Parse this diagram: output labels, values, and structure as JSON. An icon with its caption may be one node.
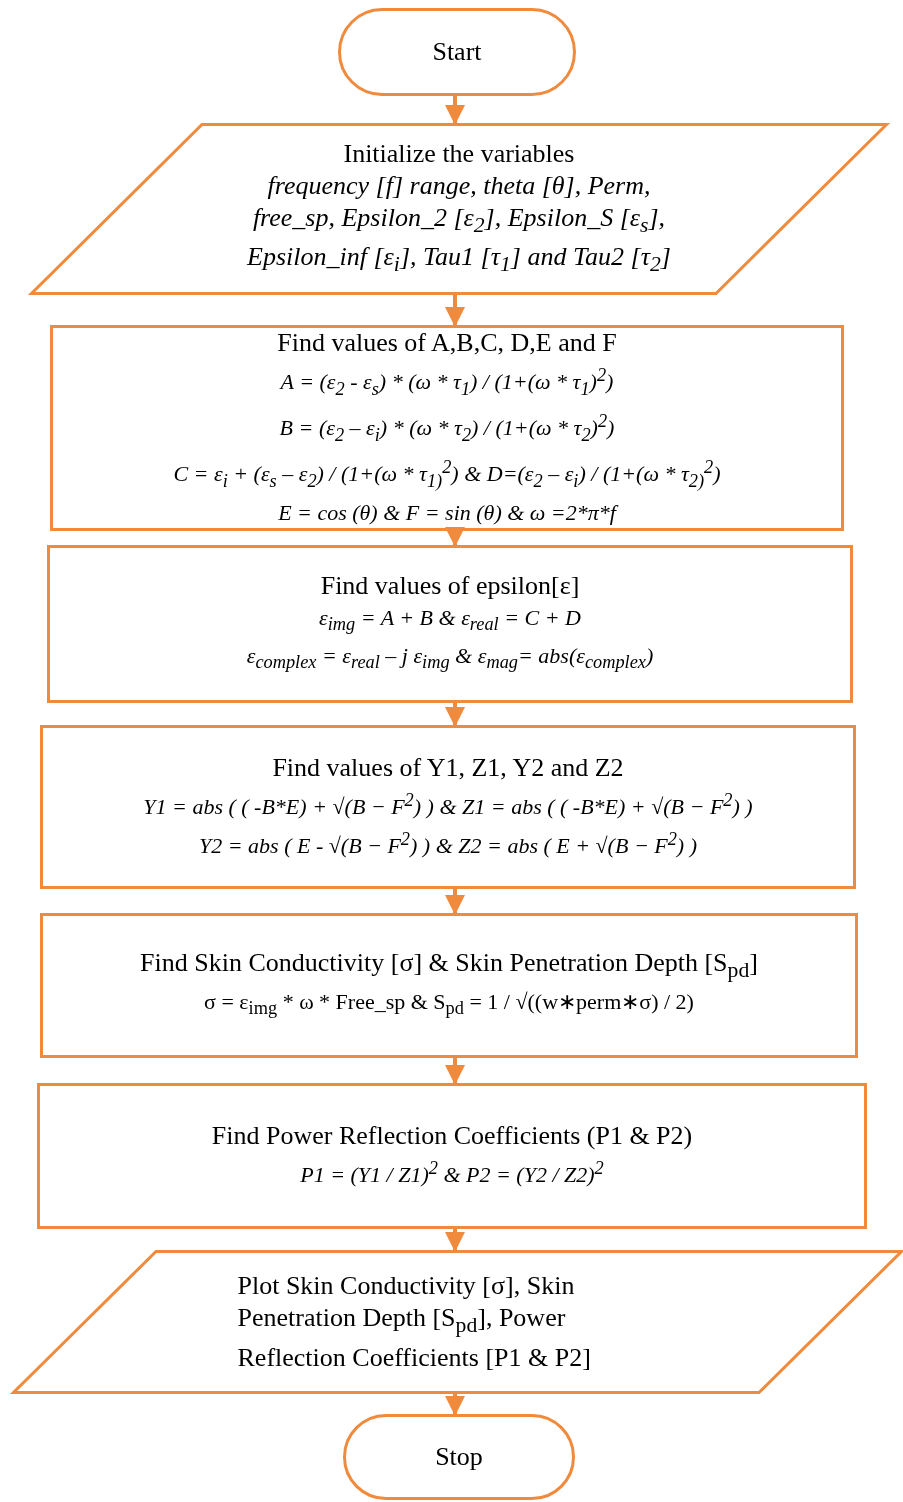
{
  "diagram": {
    "nodes": [
      {
        "text": [
          "Start"
        ]
      },
      {
        "text": [
          "Initialize the variables",
          "frequency [f] range, theta [θ], Perm, free_sp, Epsilon_2 [ε$_{2}$], Epsilon_S [ε$_{s}$], Epsilon_inf [ε$_{i}$], Tau1 [τ$_{1}$] and Tau2 [τ$_{2}$]"
        ]
      },
      {
        "text": [
          "Find values of A,B,C, D,E and F",
          "A = (ε$_{2}$ - ε$_{s}$) * (ω * τ$_{1}$) / (1+(ω * τ$_{1}$)$^{2}$)",
          "B = (ε$_{2}$ – ε$_{i}$) * (ω * τ$_{2}$) / (1+(ω * τ$_{2}$)$^{2}$)",
          "C = ε$_{i}$ + (ε$_{s}$ – ε$_{2}$) / (1+(ω * τ$_{1)}$$^{2}$) & D=(ε$_{2}$ – ε$_{i}$) / (1+(ω * τ$_{2)}$$^{2}$)",
          "E = cos (θ) & F = sin (θ) & ω =2*π*f"
        ]
      },
      {
        "text": [
          "Find values of epsilon[ε]",
          "ε$_{img}$ = A + B & ε$_{real}$ = C + D",
          "ε$_{complex}$ = ε$_{real}$ – j ε$_{img}$ & ε$_{mag}$= abs(ε$_{complex}$)"
        ]
      },
      {
        "text": [
          "Find values of Y1, Z1, Y2 and Z2",
          "Y1 = abs ( ( -B*E) + √(B − F$^{2}$) ) & Z1 = abs ( ( -B*E) + √(B − F$^{2}$) )",
          "Y2 = abs ( E - √(B − F$^{2}$) ) & Z2 = abs ( E + √(B − F$^{2}$) )"
        ]
      },
      {
        "text": [
          "Find Skin Conductivity [σ] & Skin Penetration Depth [S$_{pd}$]",
          "σ = ε$_{img}$ * ω * Free_sp & S$_{pd}$ = 1 / √((w∗perm∗σ) / 2)"
        ]
      },
      {
        "text": [
          "Find Power Reflection Coefficients (P1 & P2)",
          "P1 = (Y1 / Z1)$^{2}$ & P2 = (Y2 / Z2)$^{2}$"
        ]
      },
      {
        "text": [
          "Plot Skin Conductivity [σ], Skin Penetration Depth [S$_{pd}$], Power Reflection Coefficients [P1 & P2]"
        ]
      },
      {
        "text": [
          "Stop"
        ]
      }
    ],
    "edges": [
      {
        "from": 0,
        "to": 1,
        "arrow": "to"
      },
      {
        "from": 1,
        "to": 2,
        "arrow": "to"
      },
      {
        "from": 2,
        "to": 3,
        "arrow": "to"
      },
      {
        "from": 3,
        "to": 4,
        "arrow": "to"
      },
      {
        "from": 4,
        "to": 5,
        "arrow": "to"
      },
      {
        "from": 5,
        "to": 6,
        "arrow": "to"
      },
      {
        "from": 6,
        "to": 7,
        "arrow": "to"
      },
      {
        "from": 7,
        "to": 8,
        "arrow": "to"
      }
    ]
  }
}
